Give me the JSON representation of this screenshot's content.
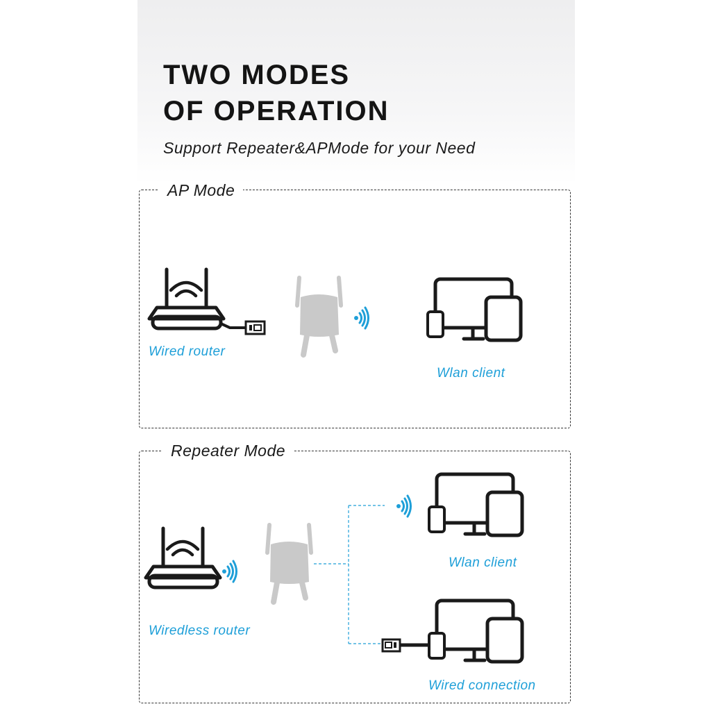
{
  "header": {
    "title_line1": "TWO MODES",
    "title_line2": "OF OPERATION",
    "subtitle": "Support Repeater&APMode for your Need"
  },
  "ap_mode": {
    "title": "AP Mode",
    "router_label": "Wired router",
    "client_label": "Wlan client"
  },
  "repeater_mode": {
    "title": "Repeater Mode",
    "router_label": "Wiredless router",
    "wlan_client_label": "Wlan client",
    "wired_label": "Wired connection"
  },
  "colors": {
    "accent": "#1e9fd8",
    "text": "#141414",
    "device_gray": "#c9c9c9"
  }
}
